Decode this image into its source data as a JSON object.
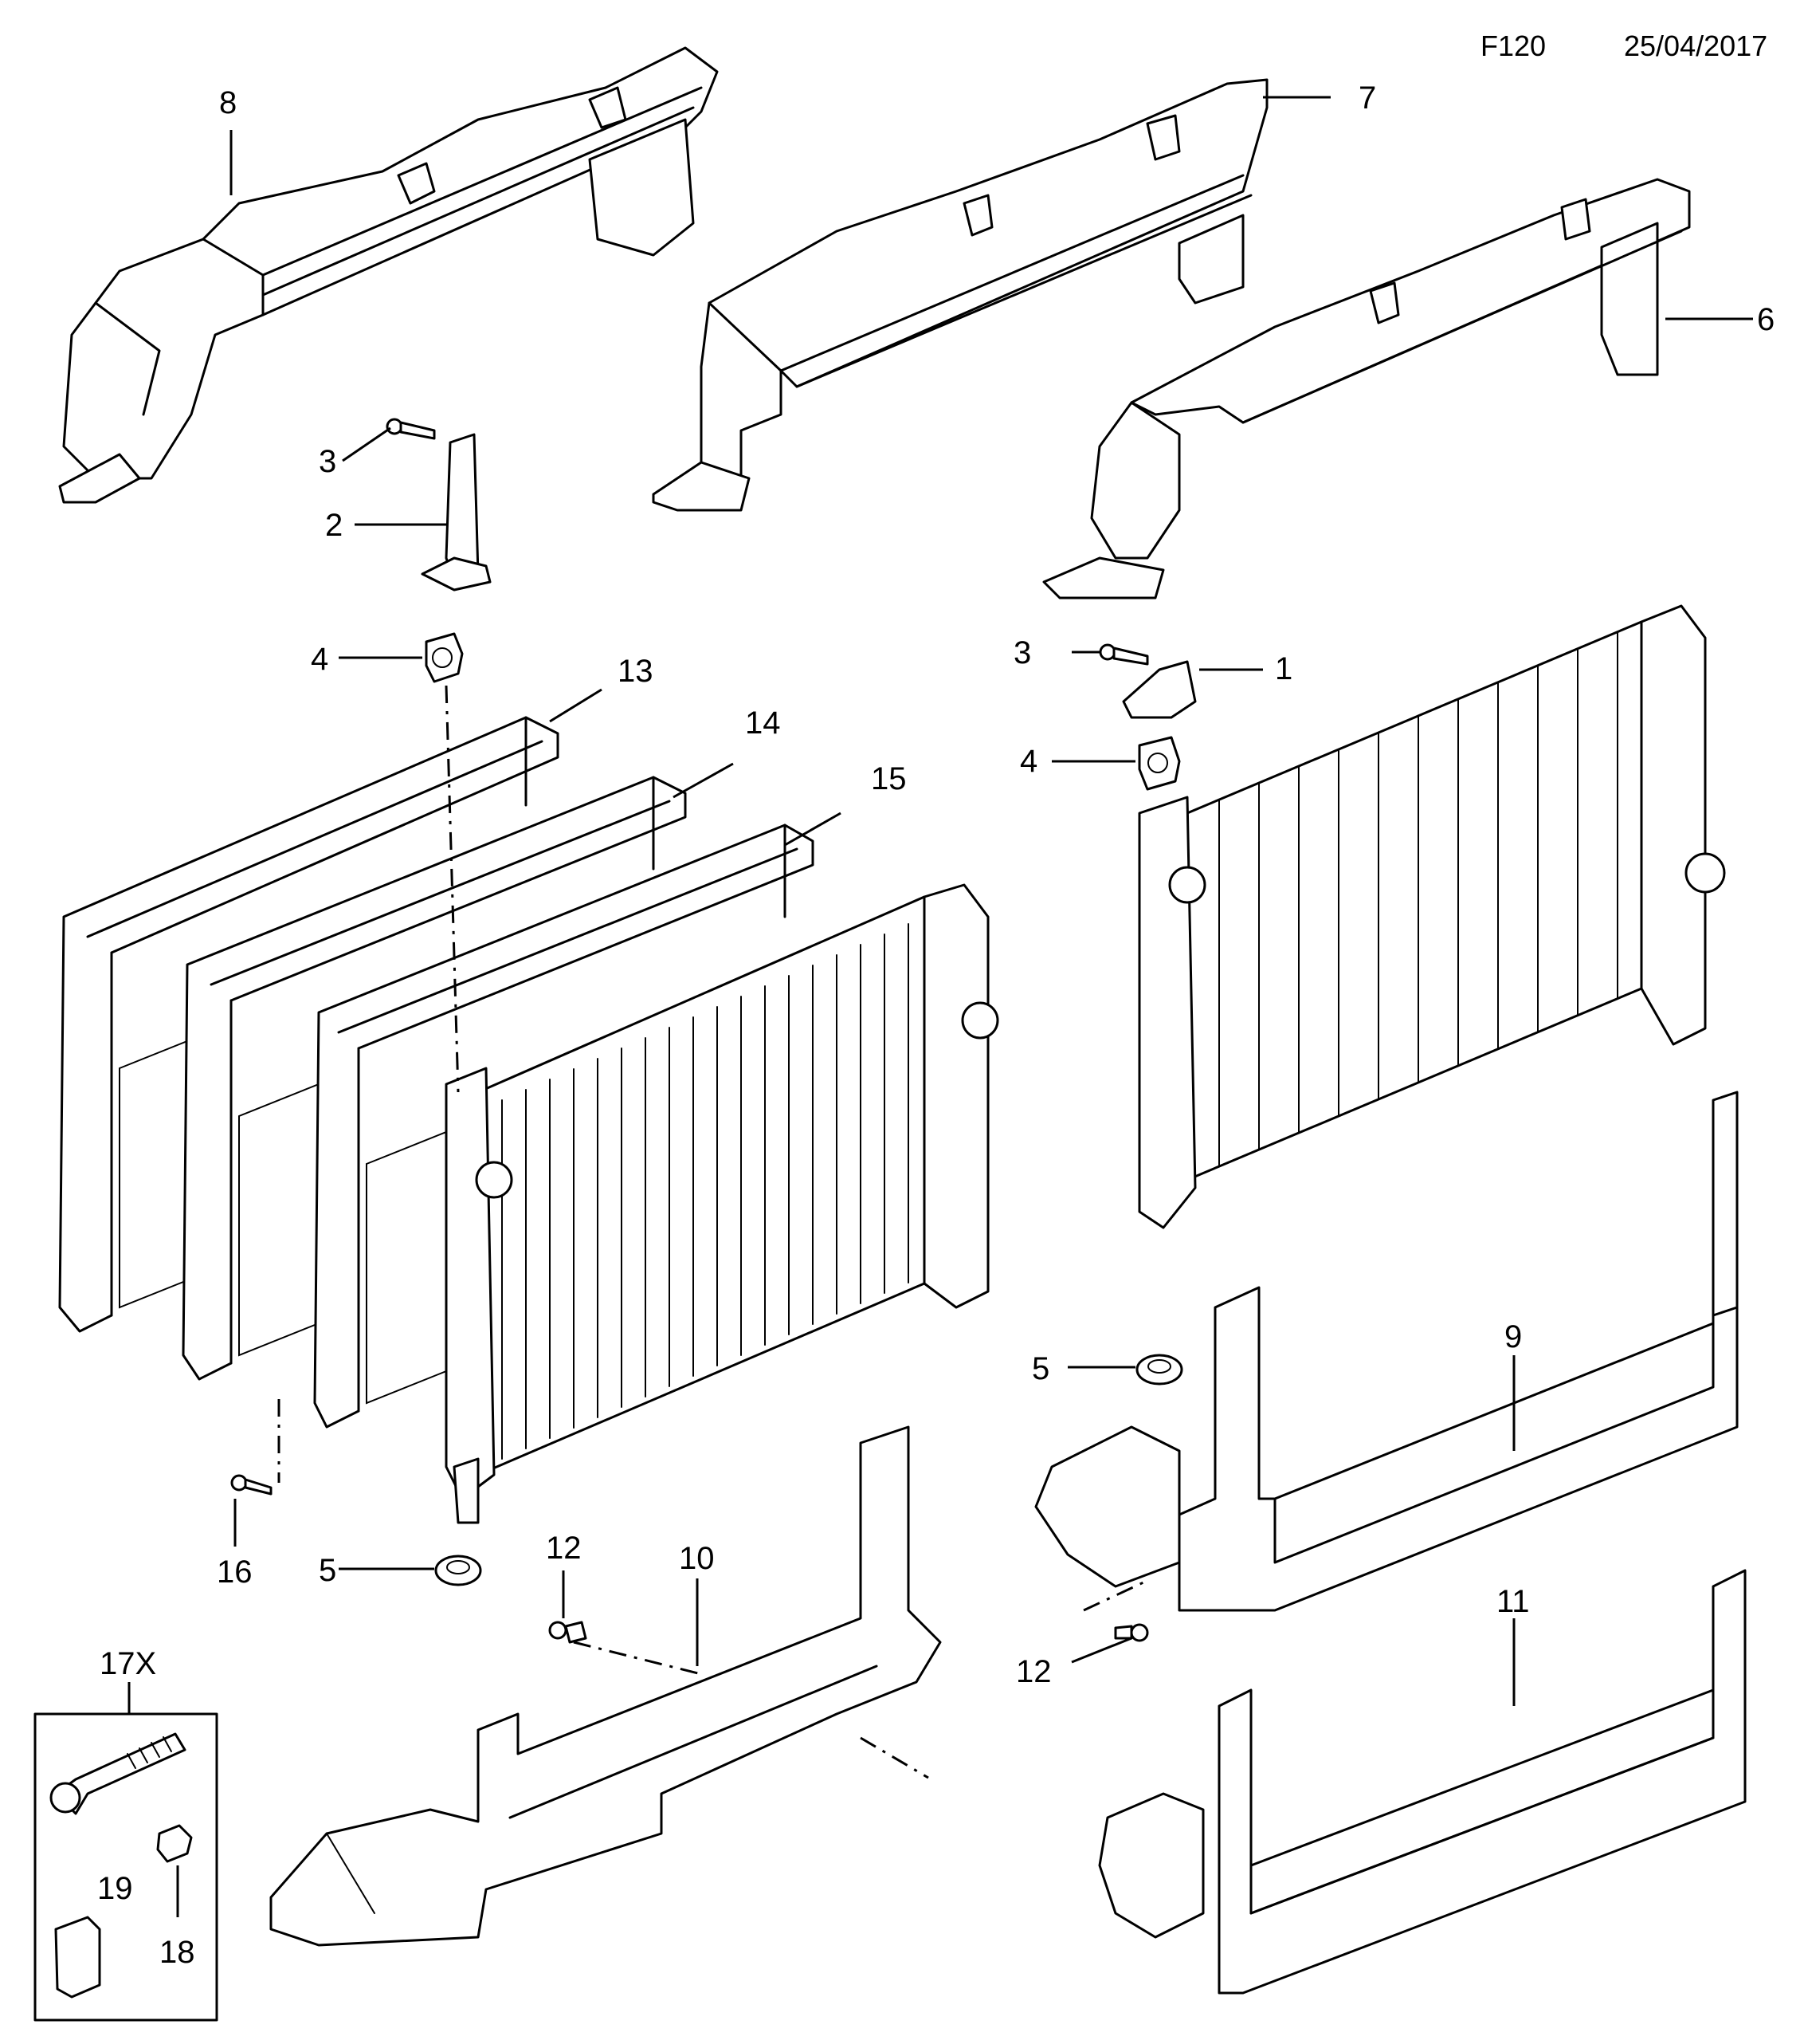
{
  "header": {
    "code": "F120",
    "date": "25/04/2017"
  },
  "callouts": {
    "c1": "1",
    "c2": "2",
    "c3a": "3",
    "c3b": "3",
    "c4a": "4",
    "c4b": "4",
    "c5a": "5",
    "c5b": "5",
    "c6": "6",
    "c7": "7",
    "c8": "8",
    "c9": "9",
    "c10": "10",
    "c11": "11",
    "c12a": "12",
    "c12b": "12",
    "c13": "13",
    "c14": "14",
    "c15": "15",
    "c16": "16",
    "c17": "17X",
    "c18": "18",
    "c19": "19"
  }
}
